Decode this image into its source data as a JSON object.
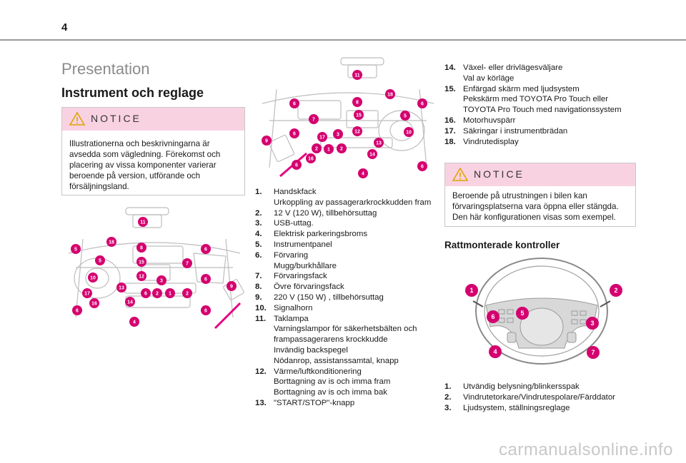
{
  "page": {
    "number": "4"
  },
  "section": {
    "title": "Presentation",
    "subtitle": "Instrument och reglage"
  },
  "notice1": {
    "label": "NOTICE",
    "lines": [
      "Illustrationerna och beskrivningarna är",
      "avsedda som vägledning. Förekomst och",
      "placering av vissa komponenter varierar",
      "beroende på version, utförande och",
      "försäljningsland."
    ]
  },
  "figures": {
    "dash_lhd_callouts": [
      "11",
      "18",
      "8",
      "5",
      "15",
      "7",
      "6",
      "10",
      "12",
      "3",
      "6",
      "9",
      "17",
      "16",
      "13",
      "6",
      "2",
      "1",
      "2",
      "14",
      "6",
      "6",
      "4"
    ],
    "dash_rhd_callouts": [
      "11",
      "18",
      "8",
      "6",
      "7",
      "15",
      "5",
      "6",
      "6",
      "17",
      "3",
      "12",
      "10",
      "9",
      "2",
      "1",
      "2",
      "13",
      "14",
      "16",
      "6",
      "6",
      "4"
    ],
    "wheel_callouts": [
      "1",
      "2",
      "6",
      "5",
      "3",
      "4",
      "7"
    ]
  },
  "list_middle": [
    {
      "num": "1.",
      "lines": [
        "Handskfack",
        "Urkoppling av passagerarkrockkudden fram"
      ]
    },
    {
      "num": "2.",
      "lines": [
        "12 V (120 W), tillbehörsuttag"
      ]
    },
    {
      "num": "3.",
      "lines": [
        "USB-uttag."
      ]
    },
    {
      "num": "4.",
      "lines": [
        "Elektrisk parkeringsbroms"
      ]
    },
    {
      "num": "5.",
      "lines": [
        "Instrumentpanel"
      ]
    },
    {
      "num": "6.",
      "lines": [
        "Förvaring",
        "Mugg/burkhållare"
      ]
    },
    {
      "num": "7.",
      "lines": [
        "Förvaringsfack"
      ]
    },
    {
      "num": "8.",
      "lines": [
        "Övre förvaringsfack"
      ]
    },
    {
      "num": "9.",
      "lines": [
        "220 V (150 W) , tillbehörsuttag"
      ]
    },
    {
      "num": "10.",
      "lines": [
        "Signalhorn"
      ]
    },
    {
      "num": "11.",
      "lines": [
        "Taklampa",
        "Varningslampor för säkerhetsbälten och",
        "frampassagerarens krockkudde",
        "Invändig backspegel",
        "Nödanrop, assistanssamtal, knapp"
      ]
    },
    {
      "num": "12.",
      "lines": [
        "Värme/luftkonditionering",
        "Borttagning av is och imma fram",
        "Borttagning av is och imma bak"
      ]
    },
    {
      "num": "13.",
      "lines": [
        "\"START/STOP\"-knapp"
      ]
    }
  ],
  "list_right": [
    {
      "num": "14.",
      "lines": [
        "Växel- eller drivlägesväljare",
        "Val av körläge"
      ]
    },
    {
      "num": "15.",
      "lines": [
        "Enfärgad skärm med ljudsystem",
        "Pekskärm med TOYOTA Pro Touch eller",
        "TOYOTA Pro Touch med navigationssystem"
      ]
    },
    {
      "num": "16.",
      "lines": [
        "Motorhuvspärr"
      ]
    },
    {
      "num": "17.",
      "lines": [
        "Säkringar i instrumentbrädan"
      ]
    },
    {
      "num": "18.",
      "lines": [
        "Vindrutedisplay"
      ]
    }
  ],
  "notice2": {
    "label": "NOTICE",
    "lines": [
      "Beroende på utrustningen i bilen kan",
      "förvaringsplatserna vara öppna eller stängda.",
      "Den här konfigurationen visas som exempel."
    ]
  },
  "steering": {
    "heading": "Rattmonterade kontroller"
  },
  "list_steering": [
    {
      "num": "1.",
      "lines": [
        "Utvändig belysning/blinkersspak"
      ]
    },
    {
      "num": "2.",
      "lines": [
        "Vindrutetorkare/Vindrutespolare/Färddator"
      ]
    },
    {
      "num": "3.",
      "lines": [
        "Ljudsystem, ställningsreglage"
      ]
    }
  ],
  "watermark": "carmanualsonline.info",
  "colors": {
    "callout": "#d4006f",
    "notice_bg": "#f9d2e2",
    "rule": "#9a9a9a"
  }
}
